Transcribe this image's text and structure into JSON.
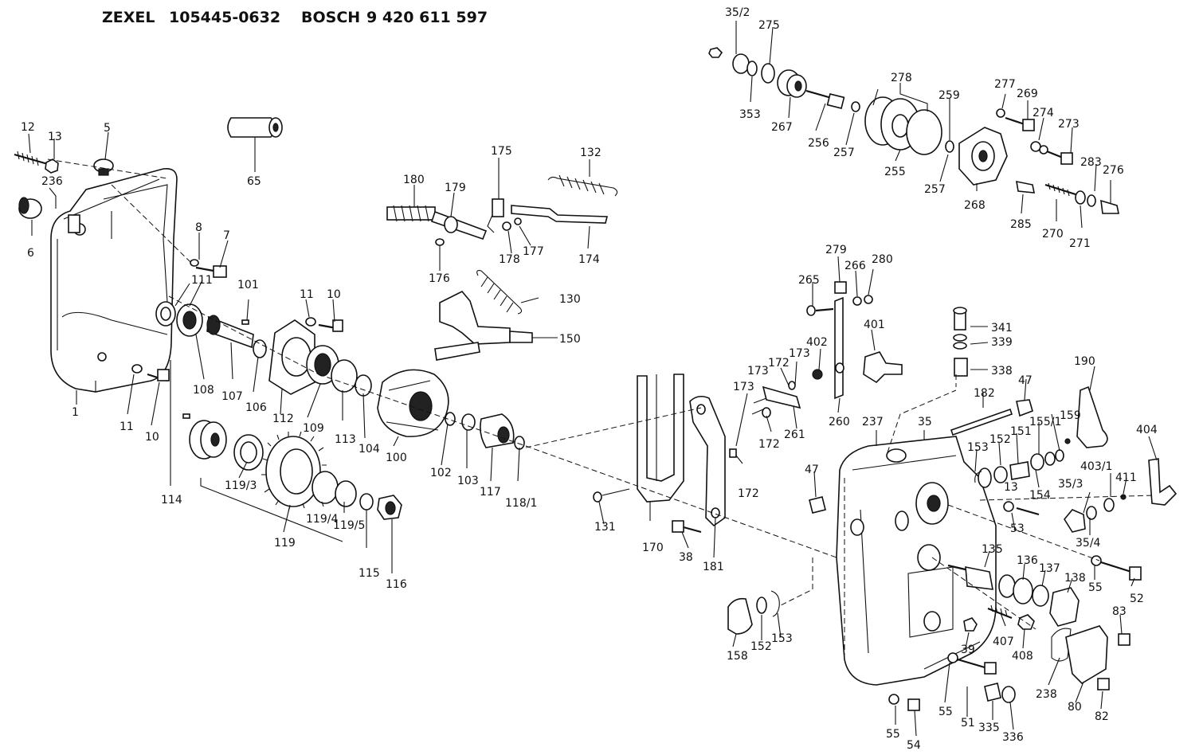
{
  "header": {
    "brand1": "ZEXEL",
    "part1": "105445-0632",
    "brand2": "BOSCH",
    "part2": "9 420 611 597"
  },
  "labels": {
    "l12": "12",
    "l13a": "13",
    "l5": "5",
    "l236": "236",
    "l6": "6",
    "l65": "65",
    "l8": "8",
    "l7": "7",
    "l111": "111",
    "l101": "101",
    "l11a": "11",
    "l10a": "10",
    "l11b": "11",
    "l10b": "10",
    "l1": "1",
    "l108": "108",
    "l107": "107",
    "l106": "106",
    "l112": "112",
    "l109": "109",
    "l113": "113",
    "l104": "104",
    "l100": "100",
    "l114": "114",
    "l119_3": "119/3",
    "l119": "119",
    "l119_4": "119/4",
    "l119_5": "119/5",
    "l115": "115",
    "l116": "116",
    "l102": "102",
    "l103": "103",
    "l117": "117",
    "l118_1": "118/1",
    "l175": "175",
    "l132": "132",
    "l180": "180",
    "l179": "179",
    "l178": "178",
    "l177": "177",
    "l174": "174",
    "l176": "176",
    "l130": "130",
    "l150": "150",
    "l35_2": "35/2",
    "l275": "275",
    "l278": "278",
    "l353": "353",
    "l267": "267",
    "l256": "256",
    "l257a": "257",
    "l255": "255",
    "l257b": "257",
    "l259": "259",
    "l277": "277",
    "l269": "269",
    "l274": "274",
    "l273": "273",
    "l268": "268",
    "l285": "285",
    "l270": "270",
    "l271": "271",
    "l283": "283",
    "l276": "276",
    "l279": "279",
    "l266": "266",
    "l280": "280",
    "l265": "265",
    "l401": "401",
    "l402": "402",
    "l173a": "173",
    "l172a": "172",
    "l173b": "173",
    "l173c": "173",
    "l260": "260",
    "l261": "261",
    "l172b": "172",
    "l172c": "172",
    "l170": "170",
    "l131": "131",
    "l38": "38",
    "l181": "181",
    "l341": "341",
    "l339": "339",
    "l338": "338",
    "l190": "190",
    "l47a": "47",
    "l182": "182",
    "l237": "237",
    "l35": "35",
    "l155_1": "155/1",
    "l159": "159",
    "l153a": "153",
    "l152a": "152",
    "l151": "151",
    "l154": "154",
    "l13b": "13",
    "l53": "53",
    "l404": "404",
    "l403_1": "403/1",
    "l411": "411",
    "l35_3": "35/3",
    "l35_4": "35/4",
    "l47b": "47",
    "l135": "135",
    "l136": "136",
    "l137": "137",
    "l138": "138",
    "l55a": "55",
    "l52": "52",
    "l158": "158",
    "l152b": "152",
    "l153b": "153",
    "l407": "407",
    "l408": "408",
    "l39": "39",
    "l83": "83",
    "l238": "238",
    "l80": "80",
    "l82": "82",
    "l55b": "55",
    "l51": "51",
    "l335": "335",
    "l336": "336",
    "l55c": "55",
    "l54": "54"
  }
}
